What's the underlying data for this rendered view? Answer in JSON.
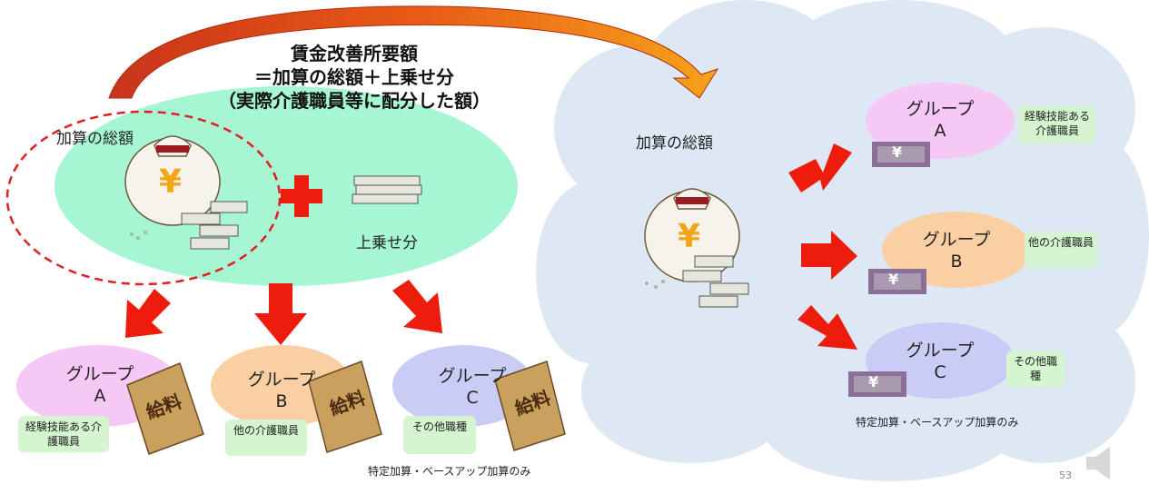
{
  "title": {
    "line1": "賃金改善所要額",
    "line2": "＝加算の総額＋上乗せ分",
    "line3": "（実際介護職員等に配分した額）"
  },
  "left": {
    "total_label": "加算の総額",
    "extra_label": "上乗せ分",
    "note": "特定加算・ベースアップ加算のみ",
    "groups": [
      {
        "name": "グループ",
        "letter": "A",
        "desc": "経験技能ある介護職員"
      },
      {
        "name": "グループ",
        "letter": "B",
        "desc": "他の介護職員"
      },
      {
        "name": "グループ",
        "letter": "C",
        "desc": "その他職種"
      }
    ],
    "envelope_text": "給料"
  },
  "right": {
    "total_label": "加算の総額",
    "note": "特定加算・ベースアップ加算のみ",
    "groups": [
      {
        "name": "グループ",
        "letter": "A",
        "desc": "経験技能ある介護職員"
      },
      {
        "name": "グループ",
        "letter": "B",
        "desc": "他の介護職員"
      },
      {
        "name": "グループ",
        "letter": "C",
        "desc": "その他職種"
      }
    ]
  },
  "yen_symbol": "¥",
  "page_number": "53",
  "colors": {
    "green_ellipse": "#a6f5d3",
    "cloud": "#dde8f4",
    "pink": "#f5c8f5",
    "orange": "#f9cfa3",
    "lavender": "#c9cdf5",
    "tag": "#d4f5d0",
    "arrow_red": "#ee1c0c",
    "bill": "#8b6f97"
  },
  "icons": {
    "money_bag": "money-bag-icon",
    "plus": "red-plus-icon",
    "envelope": "salary-envelope-icon",
    "speaker": "speaker-icon"
  }
}
